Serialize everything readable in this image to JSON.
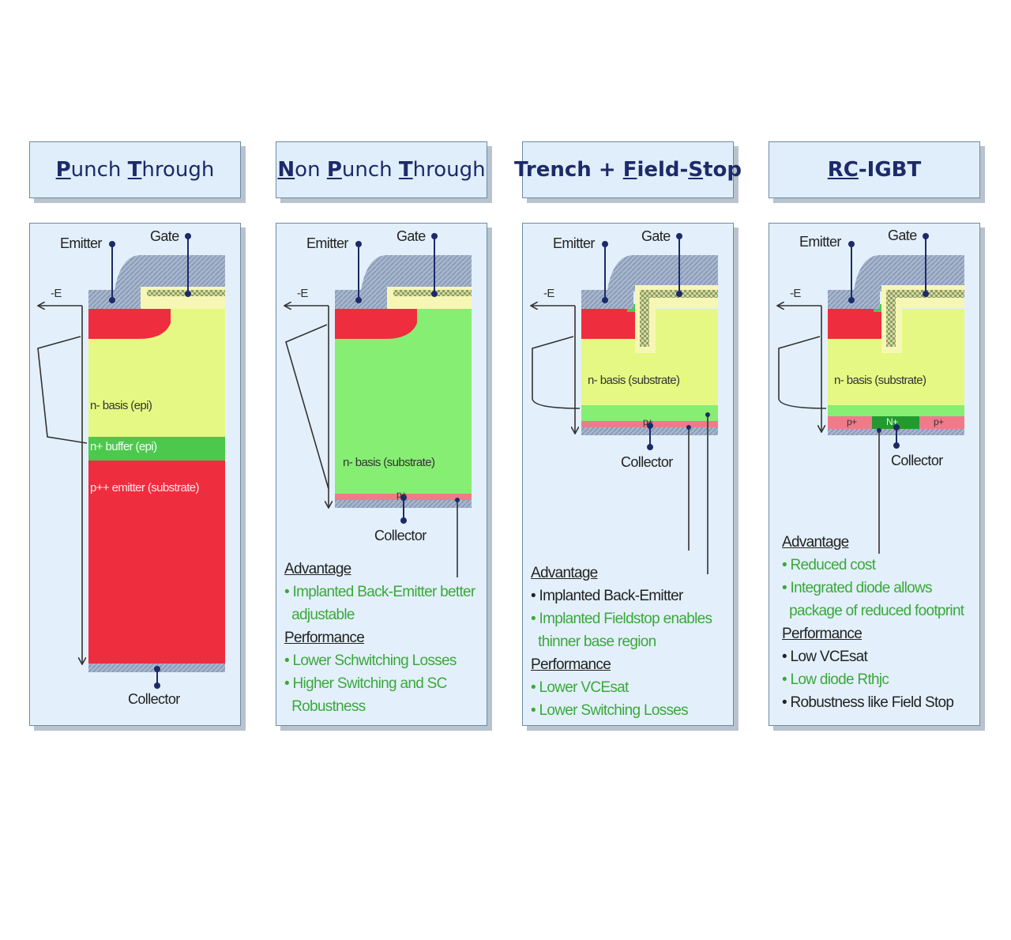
{
  "panels": [
    {
      "title_parts": [
        {
          "u": "P",
          "t": "unch "
        },
        {
          "u": "T",
          "t": "hrough"
        }
      ],
      "labels": {
        "emitter": "Emitter",
        "gate": "Gate",
        "efield": "-E",
        "collector": "Collector"
      },
      "layers": [
        "n- basis (epi)",
        "n+ buffer (epi)",
        "p++ emitter (substrate)"
      ],
      "text": []
    },
    {
      "title_parts": [
        {
          "u": "N",
          "t": "on "
        },
        {
          "u": "P",
          "t": "unch "
        },
        {
          "u": "T",
          "t": "hrough"
        }
      ],
      "labels": {
        "emitter": "Emitter",
        "gate": "Gate",
        "efield": "-E",
        "collector": "Collector"
      },
      "layers": [
        "n- basis (substrate)",
        "p+"
      ],
      "text": [
        {
          "kind": "heading",
          "text": "Advantage"
        },
        {
          "kind": "green",
          "text": "• Implanted Back-Emitter better"
        },
        {
          "kind": "green",
          "text": "  adjustable"
        },
        {
          "kind": "heading",
          "text": "Performance"
        },
        {
          "kind": "green",
          "text": "• Lower Schwitching Losses"
        },
        {
          "kind": "green",
          "text": "• Higher Switching and SC"
        },
        {
          "kind": "green",
          "text": "  Robustness"
        }
      ]
    },
    {
      "title_parts": [
        {
          "u": "",
          "t": "Trench + "
        },
        {
          "u": "F",
          "t": "ield-"
        },
        {
          "u": "S",
          "t": "top"
        }
      ],
      "labels": {
        "emitter": "Emitter",
        "gate": "Gate",
        "efield": "-E",
        "collector": "Collector"
      },
      "layers": [
        "n- basis (substrate)",
        "p+"
      ],
      "text": [
        {
          "kind": "heading",
          "text": "Advantage"
        },
        {
          "kind": "black",
          "text": "• Implanted Back-Emitter"
        },
        {
          "kind": "green",
          "text": "• Implanted Fieldstop enables"
        },
        {
          "kind": "green",
          "text": "  thinner base region"
        },
        {
          "kind": "heading",
          "text": "Performance"
        },
        {
          "kind": "green",
          "text": "• Lower VCEsat"
        },
        {
          "kind": "green",
          "text": "• Lower Switching Losses"
        }
      ]
    },
    {
      "title_parts": [
        {
          "u": "RC",
          "t": "-IGBT"
        }
      ],
      "labels": {
        "emitter": "Emitter",
        "gate": "Gate",
        "efield": "-E",
        "collector": "Collector"
      },
      "layers": [
        "n- basis (substrate)",
        "p+",
        "N+",
        "p+"
      ],
      "text": [
        {
          "kind": "heading",
          "text": "Advantage"
        },
        {
          "kind": "green",
          "text": "• Reduced cost"
        },
        {
          "kind": "green",
          "text": "• Integrated diode allows"
        },
        {
          "kind": "green",
          "text": "  package of reduced footprint"
        },
        {
          "kind": "heading",
          "text": "Performance"
        },
        {
          "kind": "black",
          "text": "• Low VCEsat"
        },
        {
          "kind": "green",
          "text": "• Low diode Rthjc"
        },
        {
          "kind": "black",
          "text": "• Robustness like Field Stop"
        }
      ]
    }
  ],
  "colors": {
    "red": "#ee2d3f",
    "yellow_green": "#e5f883",
    "green": "#86ee72",
    "buffer_green": "#4cc94c",
    "metal": "#9fb0c6"
  }
}
